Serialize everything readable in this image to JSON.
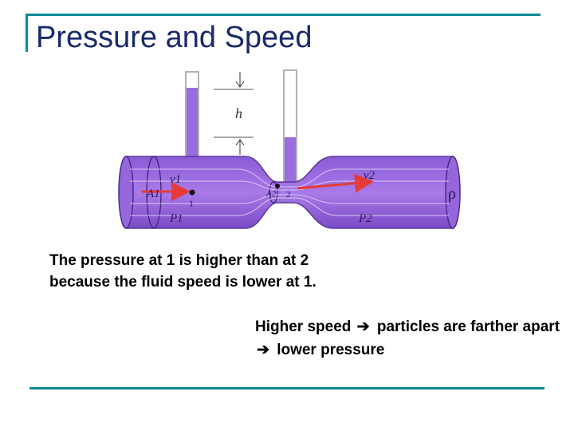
{
  "slide": {
    "title": "Pressure and Speed",
    "paragraph": "The pressure at 1 is higher than at 2 because the fluid speed is lower at 1.",
    "note_part1": "Higher speed",
    "note_part2": "particles are farther apart",
    "note_part3": "lower pressure",
    "arrow_glyph": "➔"
  },
  "diagram": {
    "label_h": "h",
    "label_v1": "v1",
    "label_v2": "v2",
    "label_A1": "A1",
    "label_A2": "A2",
    "label_P1": "P1",
    "label_P2": "P2",
    "point1": "1",
    "point2": "2",
    "label_rho": "ρ"
  }
}
